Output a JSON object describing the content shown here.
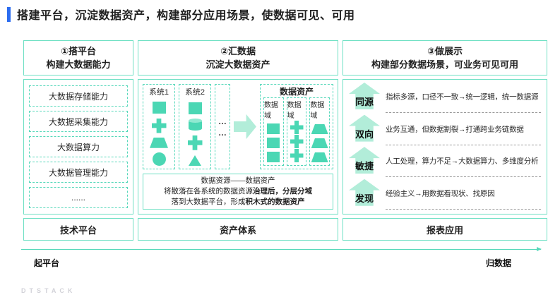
{
  "title": "搭建平台，沉淀数据资产，构建部分应用场景，使数据可见、可用",
  "columns": {
    "c1": {
      "header": {
        "line1": "①搭平台",
        "line2": "构建大数据能力"
      },
      "items": [
        "大数据存储能力",
        "大数据采集能力",
        "大数据算力",
        "大数据管理能力",
        "......"
      ],
      "footer": "技术平台"
    },
    "c2": {
      "header": {
        "line1": "②汇数据",
        "line2": "沉淀大数据资产"
      },
      "sys1": {
        "label": "系统1",
        "shapes": [
          "square-icon",
          "plus-icon",
          "trapezoid-icon",
          "circle-icon"
        ]
      },
      "sys2": {
        "label": "系统2",
        "shapes": [
          "square-icon",
          "cylinder-icon",
          "plus-icon",
          "triangle-icon"
        ]
      },
      "dots": {
        "top": "…",
        "bottom": "…"
      },
      "flow_arrow": "right-arrow-icon",
      "asset": {
        "title": "数据资产",
        "domains": [
          {
            "label": "数据域",
            "shape": "square-icon"
          },
          {
            "label": "数据域",
            "shape": "plus-icon"
          },
          {
            "label": "数据域",
            "shape": "trapezoid-icon"
          }
        ]
      },
      "note": {
        "line1": "数据资源——数据资产",
        "line2_normal": "将散落在各系统的数据资源",
        "line2_bold": "治理后，分层分域",
        "line3_normal": "落到大数据平台，形成",
        "line3_bold": "积木式的数据资产"
      },
      "footer": "资产体系"
    },
    "c3": {
      "header": {
        "line1": "③做展示",
        "line2": "构建部分数据场景，可业务可见可用"
      },
      "rows": [
        {
          "label": "同源",
          "text": "指标多源，口径不一致→统一逻辑，统一数据源"
        },
        {
          "label": "双向",
          "text": "业务互通，但数据割裂→打通跨业务链数据"
        },
        {
          "label": "敏捷",
          "text": "人工处理，算力不足→大数据算力、多维度分析"
        },
        {
          "label": "发现",
          "text": "经验主义→用数据看现状、找原因"
        }
      ],
      "footer": "报表应用"
    }
  },
  "axis": {
    "left_label": "起平台",
    "right_label": "归数据"
  },
  "logo": "DTSTACK",
  "colors": {
    "accent_blue": "#2b6cf0",
    "teal_border": "#6fe0c4",
    "teal_dash": "#56d8ba",
    "shape_teal": "#4bd7b4",
    "arrow_light": "#b2edd9"
  }
}
